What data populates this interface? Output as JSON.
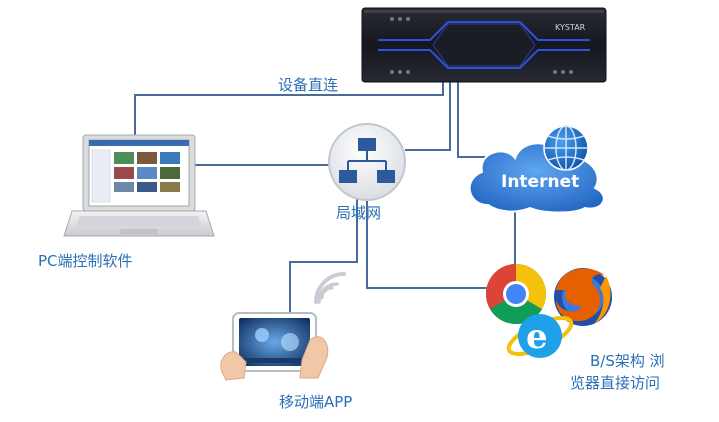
{
  "device": {
    "brand": "KYSTAR"
  },
  "labels": {
    "direct": "设备直连",
    "pc": "PC端控制软件",
    "lan": "局域网",
    "internet": "Internet",
    "mobile": "移动端APP",
    "bs_line1": "B/S架构 浏",
    "bs_line2": "览器直接访问"
  },
  "colors": {
    "line": "#4a6a9a",
    "label": "#2a6fb8",
    "cloud": "#3a7fd0",
    "server_body": "#1c1e28",
    "server_accent": "#3050d8"
  },
  "icons": [
    "server-icon",
    "laptop-icon",
    "network-switch-icon",
    "cloud-icon",
    "globe-icon",
    "tablet-icon",
    "wifi-icon",
    "chrome-icon",
    "firefox-icon",
    "ie-icon"
  ]
}
